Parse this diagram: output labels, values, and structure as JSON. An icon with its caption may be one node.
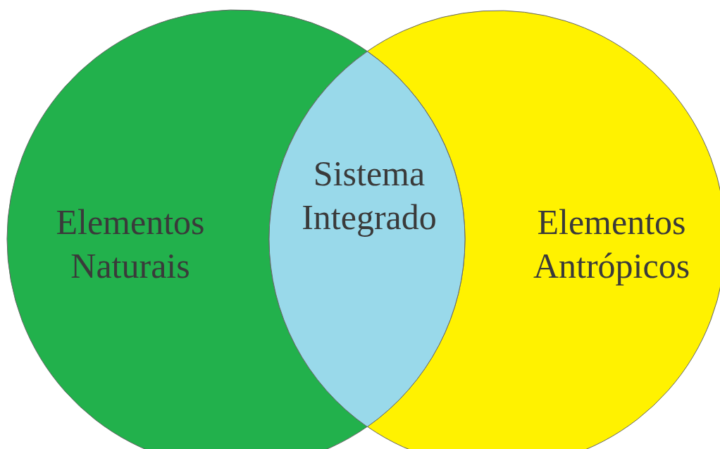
{
  "diagram": {
    "nodes": [
      {
        "text": [
          "Elementos Naturais"
        ]
      },
      {
        "text": [
          "Elementos Antrópicos"
        ]
      },
      {
        "text": [
          "Sistema Integrado"
        ]
      }
    ]
  }
}
